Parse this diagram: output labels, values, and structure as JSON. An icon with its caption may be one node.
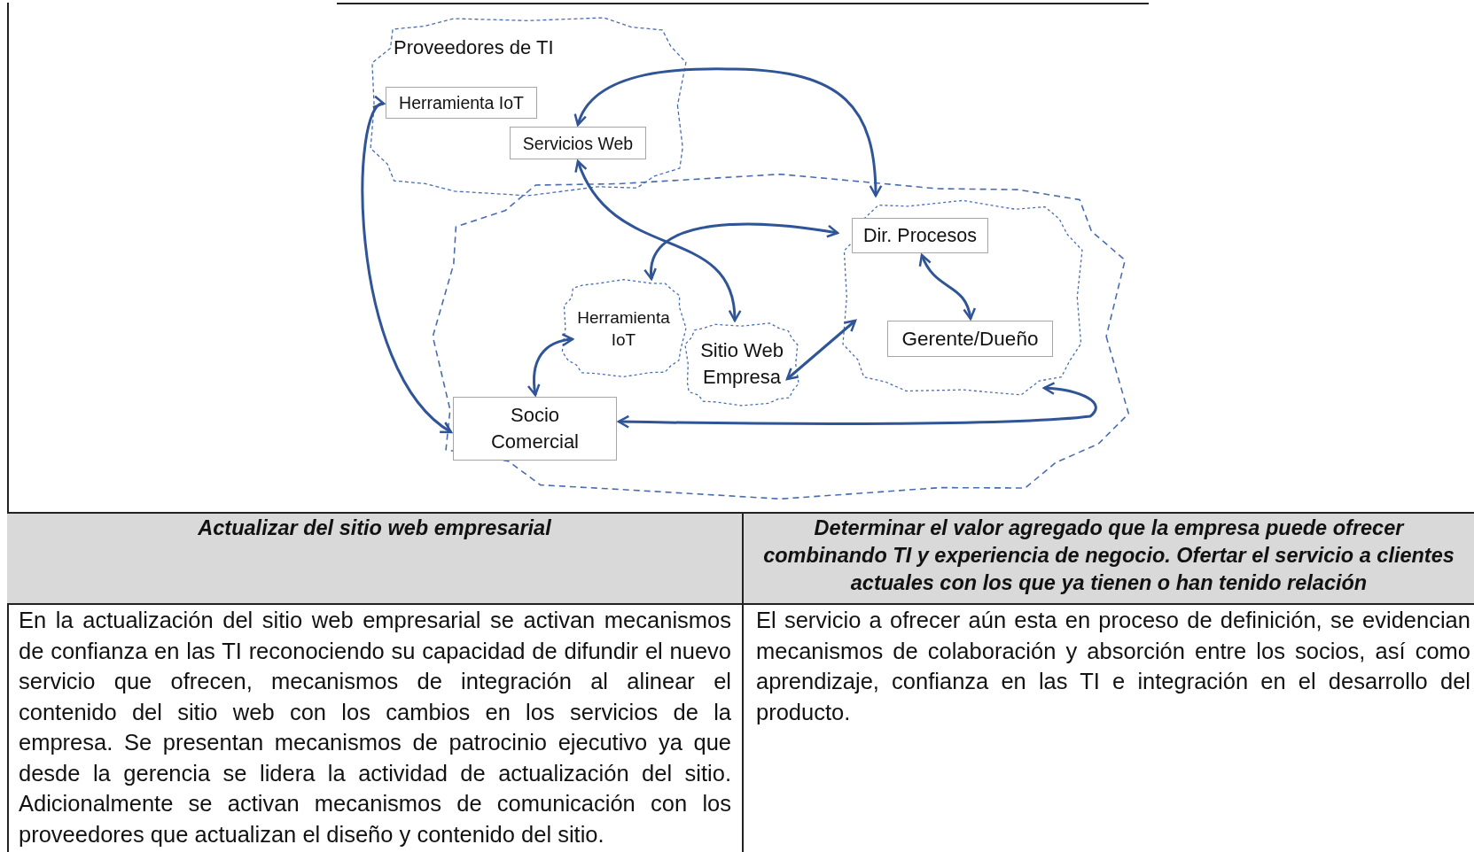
{
  "diagram": {
    "nodes": [
      {
        "text": [
          "Proveedores de TI"
        ]
      },
      {
        "text": [
          "Herramienta IoT"
        ],
        "in": 0
      },
      {
        "text": [
          "Servicios Web"
        ],
        "in": 0
      },
      {
        "text": [],
        "shape": "cloud"
      },
      {
        "text": [],
        "shape": "cloud",
        "in": 3
      },
      {
        "text": [
          "Dir. Procesos"
        ],
        "in": 4
      },
      {
        "text": [
          "Gerente/Dueño"
        ],
        "in": 4
      },
      {
        "text": [
          "Herramienta IoT"
        ],
        "in": 3
      },
      {
        "text": [
          "Sitio Web Empresa"
        ],
        "in": 3
      },
      {
        "text": [
          "Socio Comercial"
        ],
        "in": 3
      }
    ],
    "edges": [
      {
        "from": 2,
        "to": 4,
        "arrow": "both"
      },
      {
        "from": 2,
        "to": 8,
        "arrow": "both"
      },
      {
        "from": 7,
        "to": 4,
        "arrow": "both"
      },
      {
        "from": 1,
        "to": 9,
        "arrow": "both"
      },
      {
        "from": 7,
        "to": 9,
        "arrow": "both"
      },
      {
        "from": 8,
        "to": 4,
        "arrow": "both"
      },
      {
        "from": 5,
        "to": 6,
        "arrow": "both"
      },
      {
        "from": 9,
        "to": 4,
        "arrow": "both"
      }
    ],
    "labels": [
      "Actualizar del sitio web empresarial",
      "Determinar el valor agregado que la empresa puede ofrecer combinando TI y experiencia de negocio. Ofertar el servicio a clientes actuales con los que ya tienen o han tenido relación",
      "En la actualización del sitio web empresarial se activan mecanismos de confianza en las TI reconociendo su capacidad de difundir el nuevo servicio que ofrecen, mecanismos de integración al alinear el contenido del sitio web con los cambios en los servicios de la empresa.   Se presentan mecanismos de patrocinio ejecutivo ya que desde la gerencia se lidera la actividad de actualización del sitio. Adicionalmente se activan mecanismos de comunicación con los proveedores que actualizan el diseño y contenido del sitio.",
      "El servicio a ofrecer aún esta en proceso de definición, se evidencian mecanismos de colaboración y absorción entre los socios, así como aprendizaje, confianza en las TI e integración en el desarrollo del producto."
    ]
  }
}
